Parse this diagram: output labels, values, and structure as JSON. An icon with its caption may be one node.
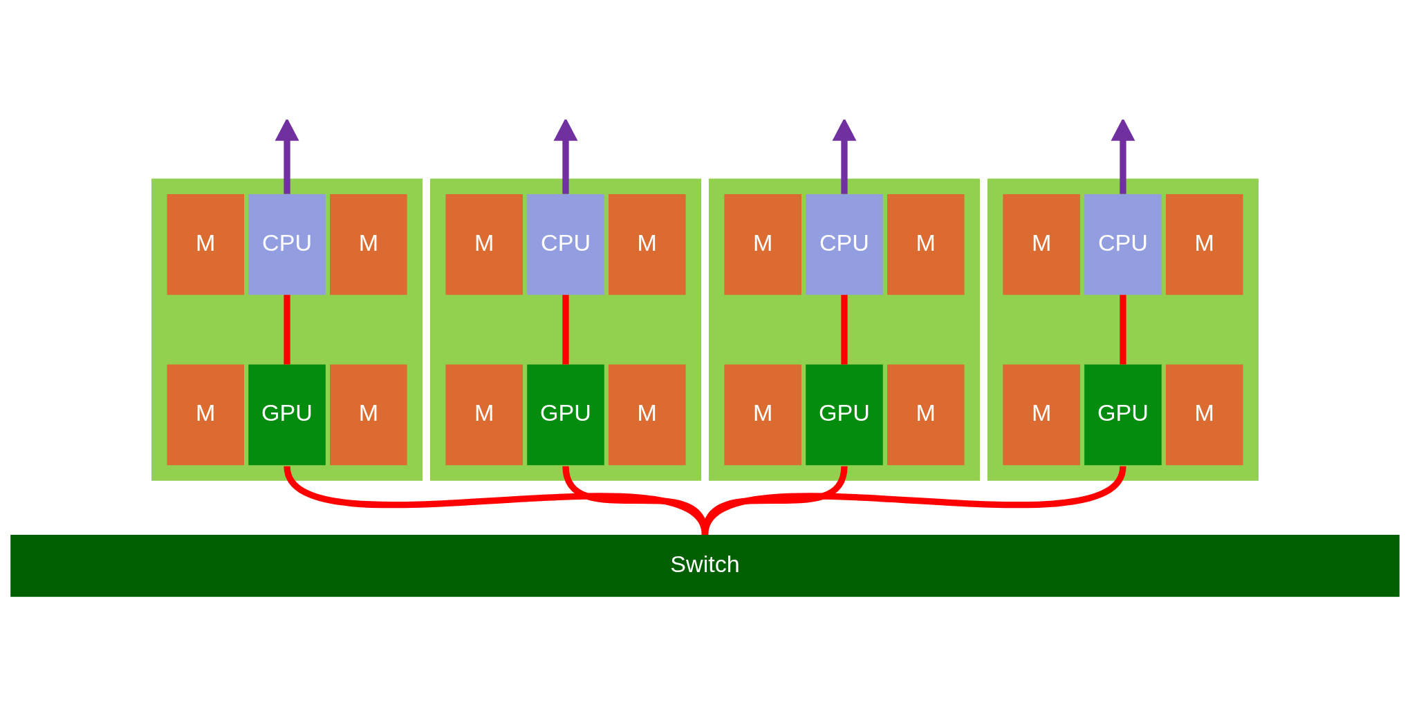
{
  "diagram": {
    "nodes": [
      {
        "text": [],
        "shape": "box"
      },
      {
        "text": [
          "M"
        ],
        "in": 0
      },
      {
        "text": [
          "CPU"
        ],
        "in": 0
      },
      {
        "text": [
          "M"
        ],
        "in": 0
      },
      {
        "text": [
          "M"
        ],
        "in": 0
      },
      {
        "text": [
          "GPU"
        ],
        "in": 0
      },
      {
        "text": [
          "M"
        ],
        "in": 0
      },
      {
        "text": [],
        "shape": "box"
      },
      {
        "text": [
          "M"
        ],
        "in": 7
      },
      {
        "text": [
          "CPU"
        ],
        "in": 7
      },
      {
        "text": [
          "M"
        ],
        "in": 7
      },
      {
        "text": [
          "M"
        ],
        "in": 7
      },
      {
        "text": [
          "GPU"
        ],
        "in": 7
      },
      {
        "text": [
          "M"
        ],
        "in": 7
      },
      {
        "text": [],
        "shape": "box"
      },
      {
        "text": [
          "M"
        ],
        "in": 14
      },
      {
        "text": [
          "CPU"
        ],
        "in": 14
      },
      {
        "text": [
          "M"
        ],
        "in": 14
      },
      {
        "text": [
          "M"
        ],
        "in": 14
      },
      {
        "text": [
          "GPU"
        ],
        "in": 14
      },
      {
        "text": [
          "M"
        ],
        "in": 14
      },
      {
        "text": [],
        "shape": "box"
      },
      {
        "text": [
          "M"
        ],
        "in": 21
      },
      {
        "text": [
          "CPU"
        ],
        "in": 21
      },
      {
        "text": [
          "M"
        ],
        "in": 21
      },
      {
        "text": [
          "M"
        ],
        "in": 21
      },
      {
        "text": [
          "GPU"
        ],
        "in": 21
      },
      {
        "text": [
          "M"
        ],
        "in": 21
      },
      {
        "text": [
          "Switch"
        ]
      }
    ],
    "edges": [
      {
        "from": 2,
        "to": null,
        "arrow": "to",
        "color": "#7030a0"
      },
      {
        "from": 9,
        "to": null,
        "arrow": "to",
        "color": "#7030a0"
      },
      {
        "from": 16,
        "to": null,
        "arrow": "to",
        "color": "#7030a0"
      },
      {
        "from": 23,
        "to": null,
        "arrow": "to",
        "color": "#7030a0"
      },
      {
        "from": 2,
        "to": 5,
        "arrow": "none",
        "color": "#ff0000"
      },
      {
        "from": 9,
        "to": 12,
        "arrow": "none",
        "color": "#ff0000"
      },
      {
        "from": 16,
        "to": 19,
        "arrow": "none",
        "color": "#ff0000"
      },
      {
        "from": 23,
        "to": 26,
        "arrow": "none",
        "color": "#ff0000"
      },
      {
        "from": 5,
        "to": 28,
        "arrow": "none",
        "color": "#ff0000"
      },
      {
        "from": 12,
        "to": 28,
        "arrow": "none",
        "color": "#ff0000"
      },
      {
        "from": 19,
        "to": 28,
        "arrow": "none",
        "color": "#ff0000"
      },
      {
        "from": 26,
        "to": 28,
        "arrow": "none",
        "color": "#ff0000"
      }
    ]
  }
}
